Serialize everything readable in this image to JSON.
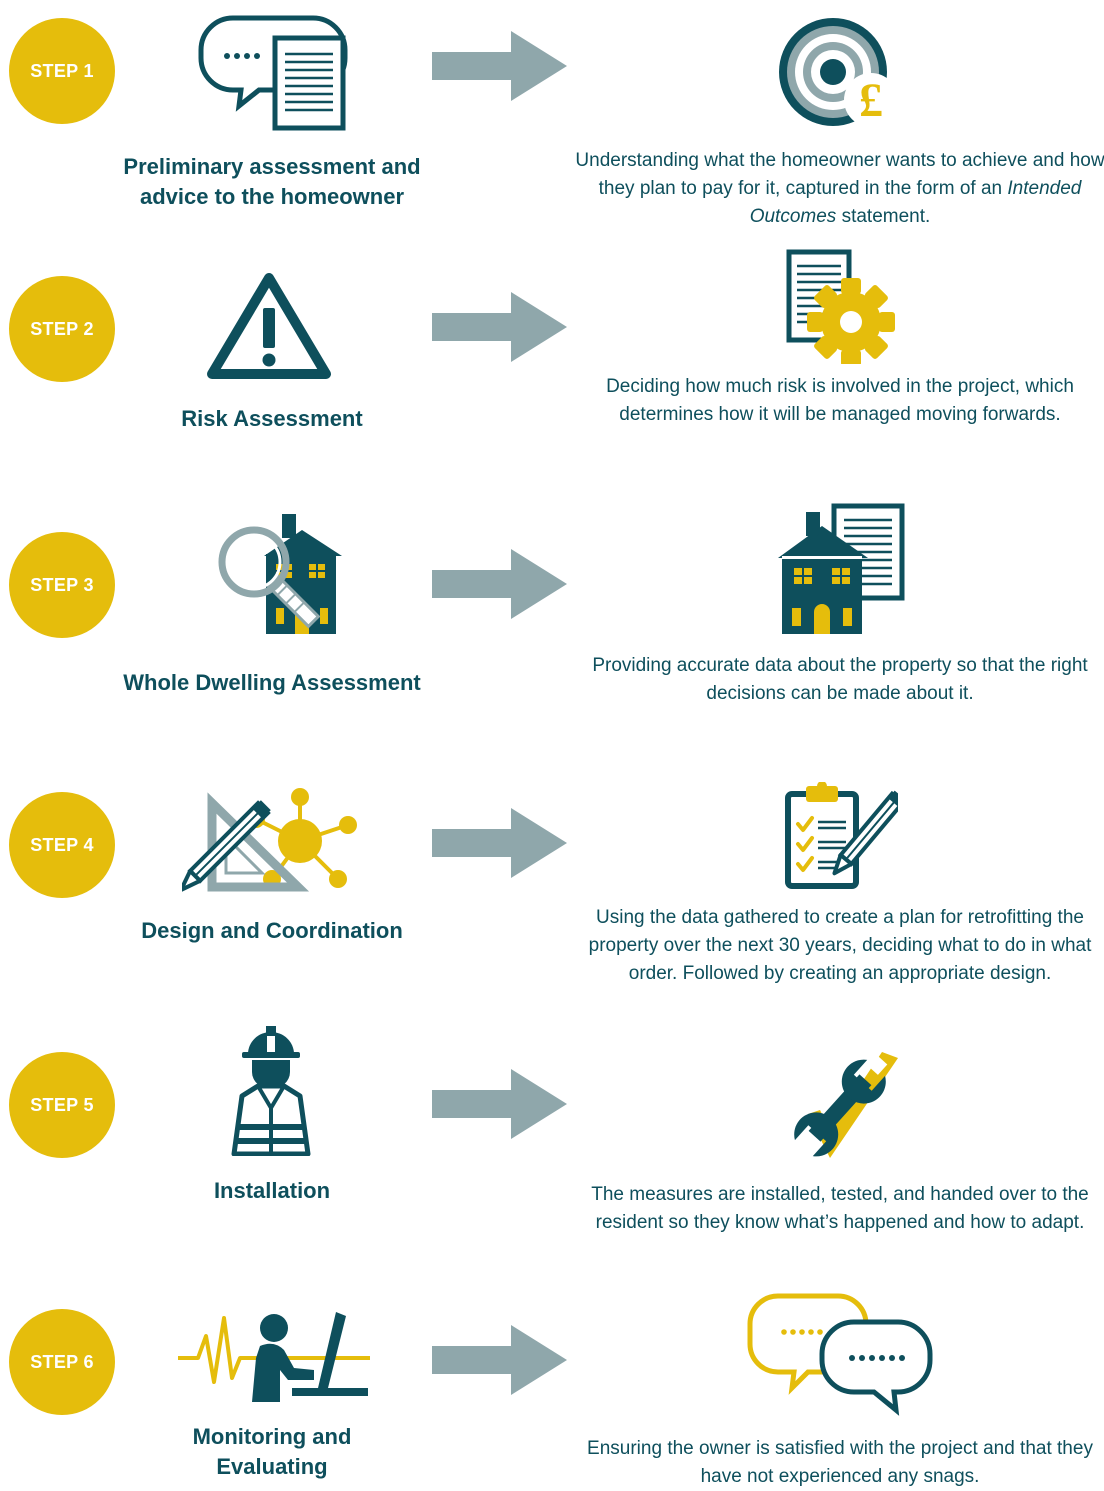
{
  "colors": {
    "teal": "#0e4f5c",
    "gold": "#e5bd0c",
    "grey": "#8fa7ab"
  },
  "steps": [
    {
      "badge": "STEP 1",
      "title": "Preliminary assessment and\nadvice to the homeowner",
      "icon_left": "speech-bubble-document-icon",
      "icon_right": "target-pound-icon",
      "desc_pre": "Understanding what the homeowner wants to achieve and how they plan to pay for it, captured in the form of an ",
      "desc_em": "Intended Outcomes",
      "desc_post": " statement."
    },
    {
      "badge": "STEP 2",
      "title": "Risk Assessment",
      "icon_left": "warning-triangle-icon",
      "icon_right": "document-gear-icon",
      "desc": "Deciding how much risk is involved in the project, which determines how it will be managed moving forwards."
    },
    {
      "badge": "STEP 3",
      "title": "Whole Dwelling Assessment",
      "icon_left": "house-magnifier-icon",
      "icon_right": "house-document-icon",
      "desc": "Providing accurate data about the property so that the right decisions can be made about it."
    },
    {
      "badge": "STEP 4",
      "title": "Design and Coordination",
      "icon_left": "design-tools-network-icon",
      "icon_right": "clipboard-checklist-icon",
      "desc": "Using the data gathered to create a plan for retrofitting the property over the next 30 years, deciding what to do in what order. Followed by creating an appropriate design."
    },
    {
      "badge": "STEP 5",
      "title": "Installation",
      "icon_left": "construction-worker-icon",
      "icon_right": "wrench-check-icon",
      "desc": "The measures are installed, tested, and handed over to the resident so they know what’s happened and how to adapt."
    },
    {
      "badge": "STEP 6",
      "title": "Monitoring and\nEvaluating",
      "icon_left": "person-monitoring-icon",
      "icon_right": "conversation-bubbles-icon",
      "desc": "Ensuring the owner is satisfied with the project and that they have not experienced any snags."
    }
  ]
}
